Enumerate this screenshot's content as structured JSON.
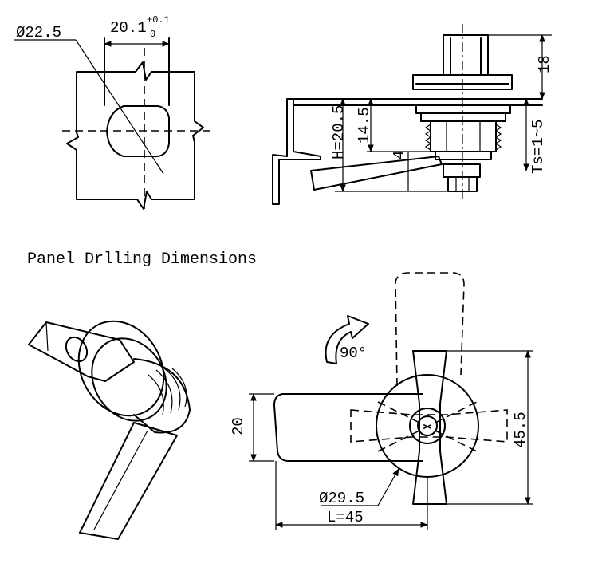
{
  "drilling_view": {
    "diameter_label": "Ø22.5",
    "width_label": "20.1",
    "tolerance_upper": "+0.1",
    "tolerance_lower": "0"
  },
  "side_view": {
    "height_18": "18",
    "height_h": "H=20.5",
    "height_14_5": "14.5",
    "depth_4": "4",
    "thickness_ts": "Ts=1~5"
  },
  "section_title": "Panel Drlling Dimensions",
  "front_view": {
    "rotation_label": "90°",
    "width_20": "20",
    "height_45_5": "45.5",
    "diameter_29_5": "Ø29.5",
    "length_l": "L=45"
  }
}
